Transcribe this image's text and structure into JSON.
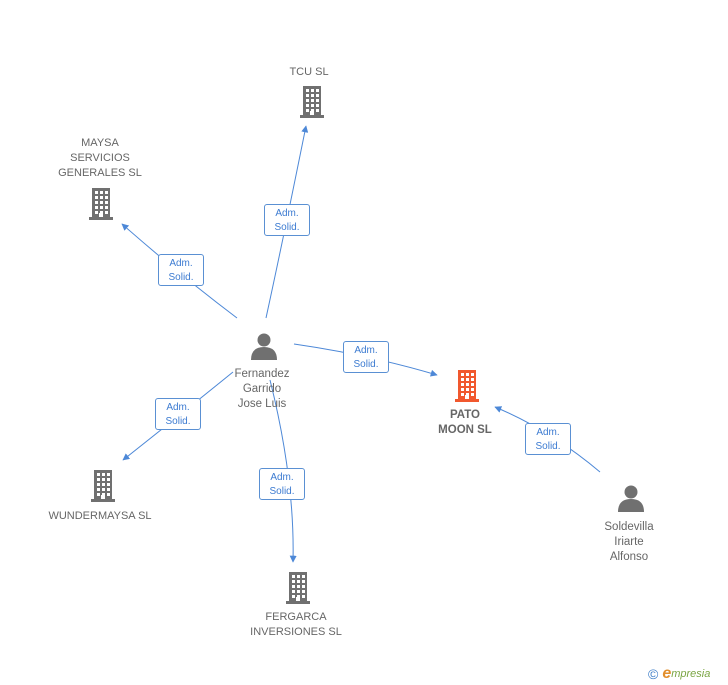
{
  "diagram": {
    "colors": {
      "edge": "#4d88d7",
      "building": "#707070",
      "building_main": "#f1582e",
      "person": "#707070",
      "label": "#666666"
    },
    "nodes": [
      {
        "id": "fernandez",
        "kind": "person",
        "label": "Fernandez\nGarrido\nJose Luis"
      },
      {
        "id": "soldevilla",
        "kind": "person",
        "label": "Soldevilla\nIriarte\nAlfonso"
      },
      {
        "id": "pato",
        "kind": "company",
        "main": true,
        "label": "PATO\nMOON SL"
      },
      {
        "id": "tcu",
        "kind": "company",
        "label": "TCU SL"
      },
      {
        "id": "maysa",
        "kind": "company",
        "label": "MAYSA\nSERVICIOS\nGENERALES SL"
      },
      {
        "id": "wunder",
        "kind": "company",
        "label": "WUNDERMAYSA SL"
      },
      {
        "id": "fergarca",
        "kind": "company",
        "label": "FERGARCA\nINVERSIONES SL"
      }
    ],
    "edges": [
      {
        "from": "fernandez",
        "to": "tcu",
        "label": "Adm.\nSolid."
      },
      {
        "from": "fernandez",
        "to": "maysa",
        "label": "Adm.\nSolid."
      },
      {
        "from": "fernandez",
        "to": "pato",
        "label": "Adm.\nSolid."
      },
      {
        "from": "fernandez",
        "to": "wunder",
        "label": "Adm.\nSolid."
      },
      {
        "from": "fernandez",
        "to": "fergarca",
        "label": "Adm.\nSolid."
      },
      {
        "from": "soldevilla",
        "to": "pato",
        "label": "Adm.\nSolid."
      }
    ]
  },
  "footer": {
    "copyright_symbol": "©",
    "brand_initial": "e",
    "brand_rest": "mpresia"
  }
}
